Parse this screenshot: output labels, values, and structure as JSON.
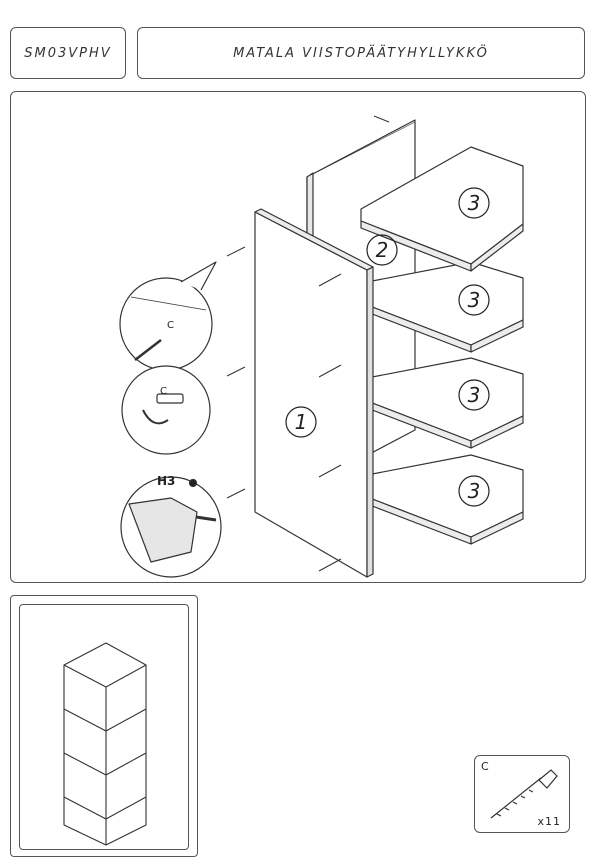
{
  "header": {
    "model_code": "SM03VPHV",
    "product_title": "MATALA VIISTOPÄÄTYHYLLYKKÖ"
  },
  "panels": {
    "side_panel": "1",
    "back_panel": "2",
    "shelf": "3"
  },
  "callouts": {
    "screw_label_top": "C",
    "screw_label_mid": "C",
    "drill_bit": "H3"
  },
  "parts": {
    "screw_type": "C",
    "screw_quantity": "x11"
  }
}
